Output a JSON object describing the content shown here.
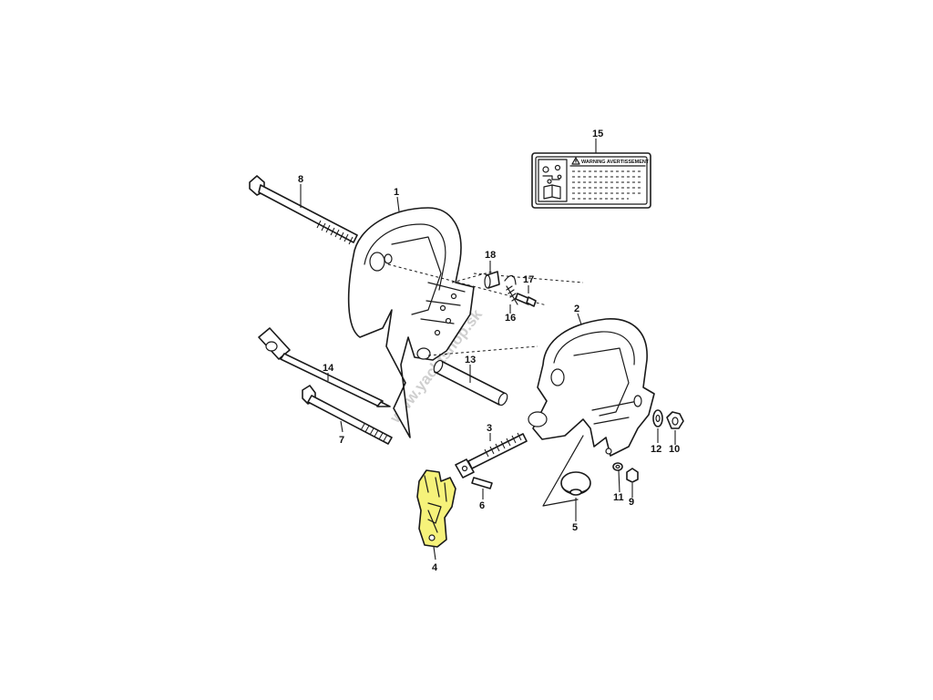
{
  "diagram": {
    "colors": {
      "highlight": "#f6f27a",
      "line": "#1a1a1a",
      "background": "#ffffff"
    },
    "watermark": "www.yachtshop.sk",
    "label_plate": {
      "heading": "WARNING AVERTISSEMENT",
      "icons": [
        "warning-triangle-icon",
        "mechanism-icon",
        "manual-book-icon"
      ]
    },
    "callouts": [
      {
        "id": "1",
        "label": "1"
      },
      {
        "id": "2",
        "label": "2"
      },
      {
        "id": "3",
        "label": "3"
      },
      {
        "id": "4",
        "label": "4"
      },
      {
        "id": "5",
        "label": "5"
      },
      {
        "id": "6",
        "label": "6"
      },
      {
        "id": "7",
        "label": "7"
      },
      {
        "id": "8",
        "label": "8"
      },
      {
        "id": "9",
        "label": "9"
      },
      {
        "id": "10",
        "label": "10"
      },
      {
        "id": "11",
        "label": "11"
      },
      {
        "id": "12",
        "label": "12"
      },
      {
        "id": "13",
        "label": "13"
      },
      {
        "id": "14",
        "label": "14"
      },
      {
        "id": "15",
        "label": "15"
      },
      {
        "id": "16",
        "label": "16"
      },
      {
        "id": "17",
        "label": "17"
      },
      {
        "id": "18",
        "label": "18"
      }
    ]
  }
}
